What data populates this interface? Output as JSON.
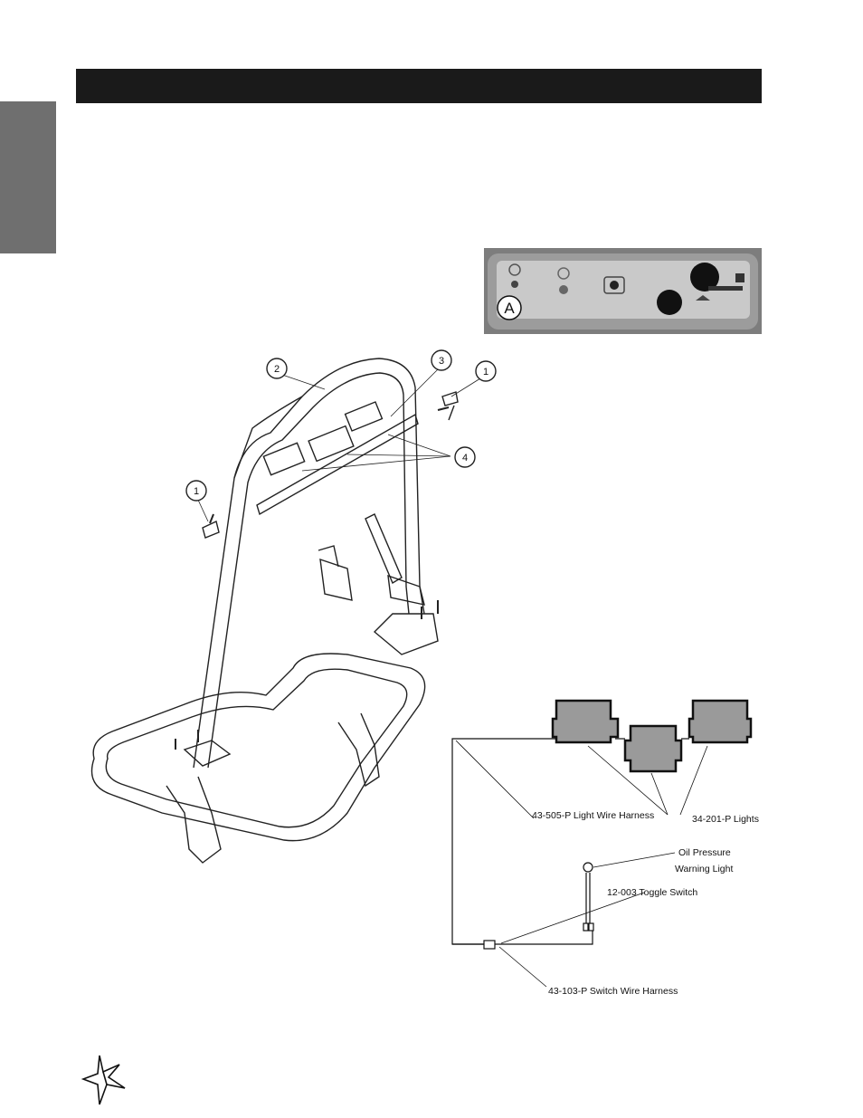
{
  "photo": {
    "inset_label": "A"
  },
  "frame": {
    "callouts": [
      "1",
      "2",
      "3",
      "1",
      "4"
    ]
  },
  "wiring": {
    "labels": {
      "light_harness": "43-505-P Light Wire Harness",
      "lights": "34-201-P Lights",
      "oil_line1": "Oil Pressure",
      "oil_line2": "Warning Light",
      "toggle": "12-003 Toggle Switch",
      "switch_harness": "43-103-P Switch Wire Harness"
    }
  },
  "colors": {
    "header_bar": "#1a1a1a",
    "side_tab": "#6f6f6f",
    "light_fill": "#9a9a9a"
  },
  "icons": {
    "logo": "star-logo-icon"
  }
}
